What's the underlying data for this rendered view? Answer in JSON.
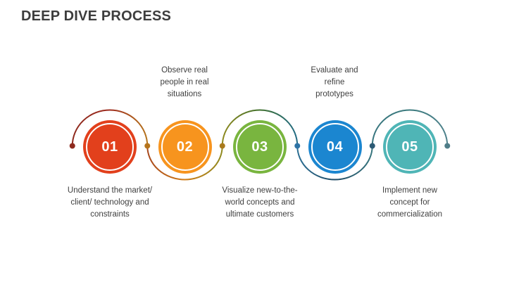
{
  "title": "DEEP DIVE PROCESS",
  "steps": [
    {
      "number": "01",
      "color": "#e2401c",
      "label": "Understand the market/\nclient/ technology and\nconstraints",
      "label_position": "below"
    },
    {
      "number": "02",
      "color": "#f7941e",
      "label": "Observe real\npeople in real\nsituations",
      "label_position": "above"
    },
    {
      "number": "03",
      "color": "#79b53f",
      "label": "Visualize new-to-the-\nworld concepts and\nultimate customers",
      "label_position": "below"
    },
    {
      "number": "04",
      "color": "#1b86d0",
      "label": "Evaluate and\nrefine\nprototypes",
      "label_position": "above"
    },
    {
      "number": "05",
      "color": "#4fb5b6",
      "label": "Implement new\nconcept for\ncommercialization",
      "label_position": "below"
    }
  ],
  "connector": {
    "dot_colors": [
      "#8e2a1e",
      "#b5741c",
      "#a97a1d",
      "#2e74a6",
      "#2b5a74",
      "#4f7d88"
    ],
    "arc_gradients": [
      [
        "#8e2a1e",
        "#9e2b1e",
        "#b5741c"
      ],
      [
        "#a8481c",
        "#d07c17",
        "#8f8a1f"
      ],
      [
        "#8f8a1f",
        "#40702c",
        "#216b86"
      ],
      [
        "#2c6f94",
        "#1f4a63",
        "#38767f"
      ],
      [
        "#38767f",
        "#3a7a7d",
        "#4f828c"
      ]
    ]
  }
}
